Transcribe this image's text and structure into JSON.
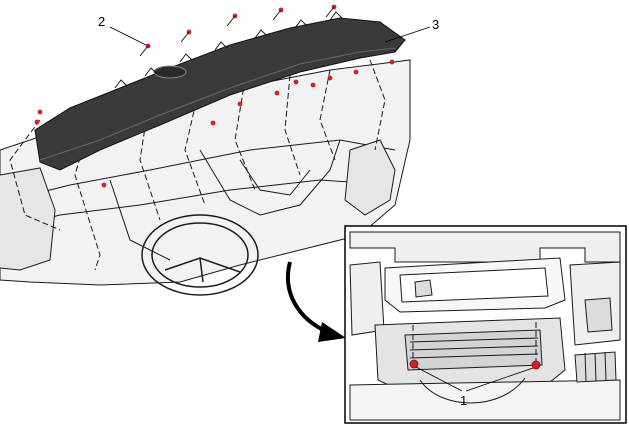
{
  "callouts": {
    "label_1": "1",
    "label_2": "2",
    "label_3": "3"
  },
  "colors": {
    "fastener": "#d61f26",
    "panel_dark": "#3a3a3a",
    "line": "#1a1a1a",
    "structure_fill": "#f2f2f2"
  }
}
